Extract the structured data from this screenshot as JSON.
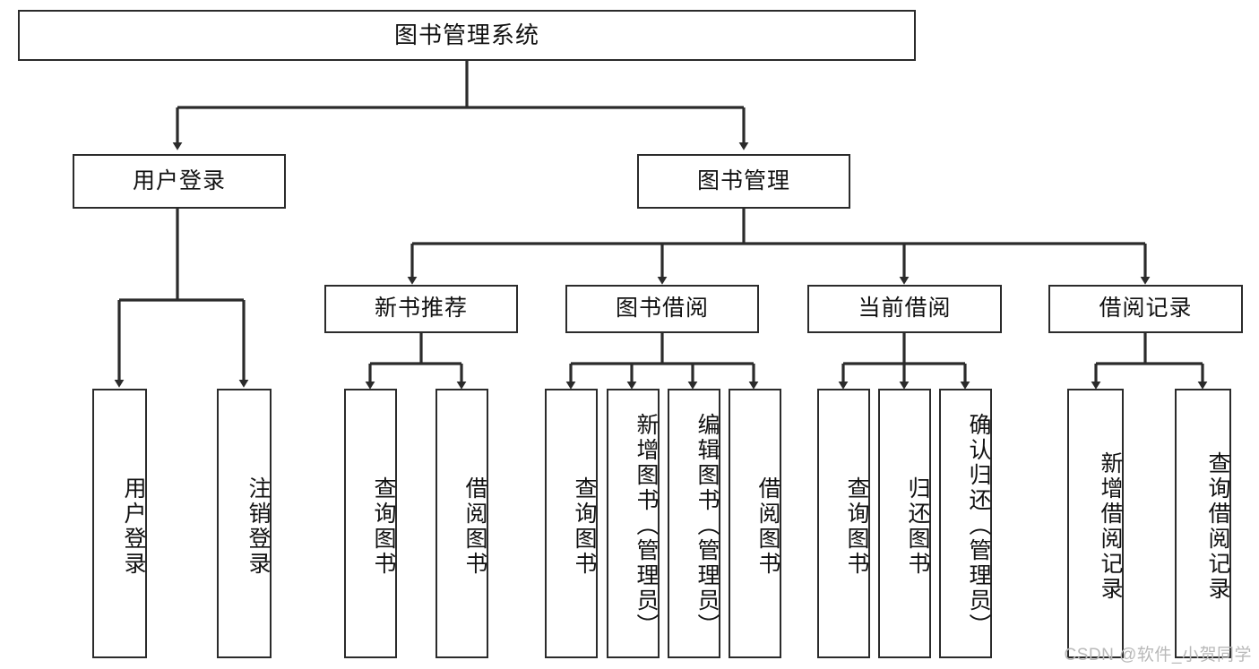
{
  "diagram": {
    "type": "tree-hierarchy",
    "title": "图书管理系统",
    "watermark": "CSDN @软件_小贺同学",
    "colors": {
      "stroke": "#2b2b2b",
      "fill": "#ffffff",
      "text": "#111111",
      "watermark": "#b9b9b9",
      "background": "#ffffff"
    },
    "nodes": {
      "root": {
        "label": "图书管理系统",
        "level": 0,
        "orientation": "horizontal"
      },
      "n_user_login": {
        "label": "用户登录",
        "level": 1,
        "orientation": "horizontal"
      },
      "n_book_manage": {
        "label": "图书管理",
        "level": 1,
        "orientation": "horizontal"
      },
      "n_new_book_rec": {
        "label": "新书推荐",
        "level": 2,
        "orientation": "horizontal"
      },
      "n_book_borrow": {
        "label": "图书借阅",
        "level": 2,
        "orientation": "horizontal"
      },
      "n_current_borrow": {
        "label": "当前借阅",
        "level": 2,
        "orientation": "horizontal"
      },
      "n_borrow_record": {
        "label": "借阅记录",
        "level": 2,
        "orientation": "horizontal"
      },
      "l_user_login": {
        "label": "用户登录",
        "level": 3,
        "orientation": "vertical"
      },
      "l_logout": {
        "label": "注销登录",
        "level": 3,
        "orientation": "vertical"
      },
      "l_query_book_a": {
        "label": "查询图书",
        "level": 3,
        "orientation": "vertical"
      },
      "l_borrow_book_a": {
        "label": "借阅图书",
        "level": 3,
        "orientation": "vertical"
      },
      "l_query_book_b": {
        "label": "查询图书",
        "level": 3,
        "orientation": "vertical"
      },
      "l_add_book": {
        "label": "新增图书（管理员）",
        "level": 3,
        "orientation": "vertical"
      },
      "l_edit_book": {
        "label": "编辑图书（管理员）",
        "level": 3,
        "orientation": "vertical"
      },
      "l_borrow_book_b": {
        "label": "借阅图书",
        "level": 3,
        "orientation": "vertical"
      },
      "l_query_book_c": {
        "label": "查询图书",
        "level": 3,
        "orientation": "vertical"
      },
      "l_return_book": {
        "label": "归还图书",
        "level": 3,
        "orientation": "vertical"
      },
      "l_confirm_return": {
        "label": "确认归还（管理员）",
        "level": 3,
        "orientation": "vertical"
      },
      "l_add_record": {
        "label": "新增借阅记录",
        "level": 3,
        "orientation": "vertical"
      },
      "l_query_record": {
        "label": "查询借阅记录",
        "level": 3,
        "orientation": "vertical"
      }
    },
    "edges": [
      {
        "from": "root",
        "to": "n_user_login"
      },
      {
        "from": "root",
        "to": "n_book_manage"
      },
      {
        "from": "n_user_login",
        "to": "l_user_login"
      },
      {
        "from": "n_user_login",
        "to": "l_logout"
      },
      {
        "from": "n_book_manage",
        "to": "n_new_book_rec"
      },
      {
        "from": "n_book_manage",
        "to": "n_book_borrow"
      },
      {
        "from": "n_book_manage",
        "to": "n_current_borrow"
      },
      {
        "from": "n_book_manage",
        "to": "n_borrow_record"
      },
      {
        "from": "n_new_book_rec",
        "to": "l_query_book_a"
      },
      {
        "from": "n_new_book_rec",
        "to": "l_borrow_book_a"
      },
      {
        "from": "n_book_borrow",
        "to": "l_query_book_b"
      },
      {
        "from": "n_book_borrow",
        "to": "l_add_book"
      },
      {
        "from": "n_book_borrow",
        "to": "l_edit_book"
      },
      {
        "from": "n_book_borrow",
        "to": "l_borrow_book_b"
      },
      {
        "from": "n_current_borrow",
        "to": "l_query_book_c"
      },
      {
        "from": "n_current_borrow",
        "to": "l_return_book"
      },
      {
        "from": "n_current_borrow",
        "to": "l_confirm_return"
      },
      {
        "from": "n_borrow_record",
        "to": "l_add_record"
      },
      {
        "from": "n_borrow_record",
        "to": "l_query_record"
      }
    ]
  }
}
